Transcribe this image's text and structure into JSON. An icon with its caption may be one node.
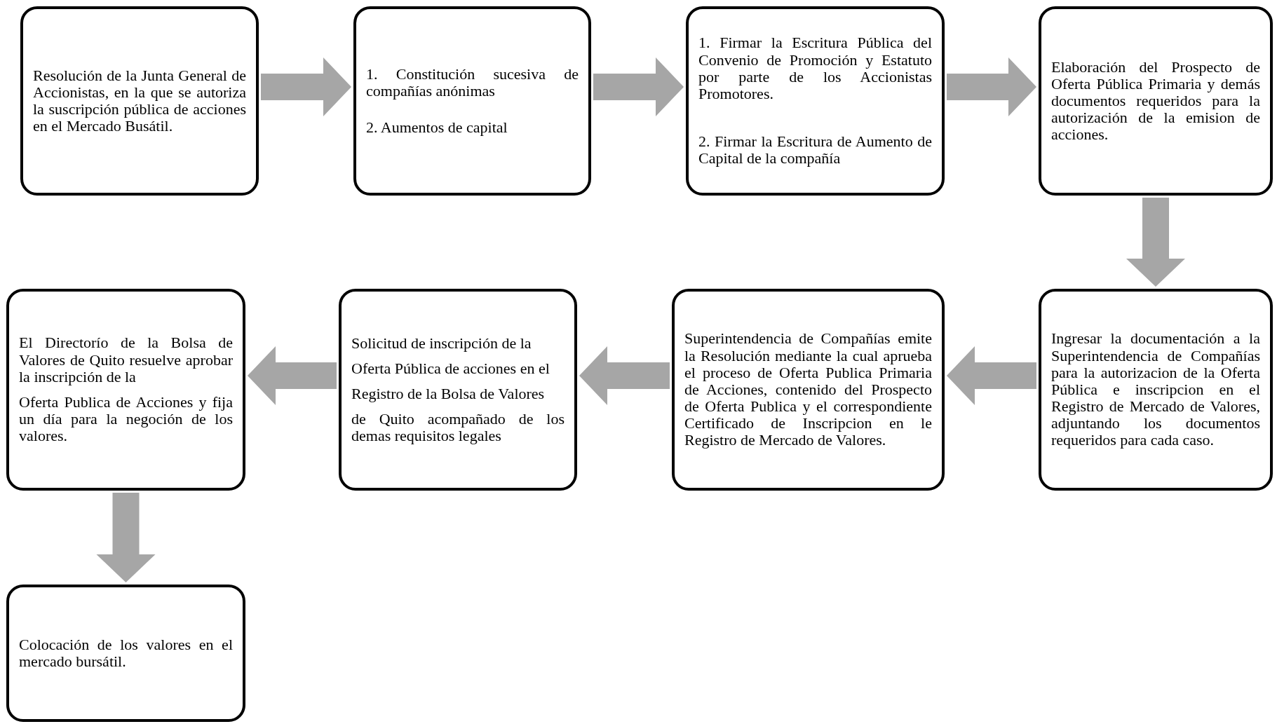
{
  "diagram": {
    "nodes": [
      {
        "text": [
          "Resolución de la Junta General de Accionistas, en la que se autoriza la suscripción pública de acciones en el Mercado Busátil."
        ]
      },
      {
        "text": [
          "1. Constitución sucesiva de compañías anónimas",
          "2. Aumentos de capital"
        ]
      },
      {
        "text": [
          "1. Firmar la Escritura Pública del Convenio de Promoción y Estatuto por parte de los Accionistas Promotores.",
          "2. Firmar la Escritura de Aumento de Capital de la compañía"
        ]
      },
      {
        "text": [
          "Elaboración del Prospecto de Oferta Pública Primaria y demás documentos requeridos para la autorización de la emision de acciones."
        ]
      },
      {
        "text": [
          "Ingresar la documentación a la Superintendencia de Compañías para la autorizacion de la Oferta Pública e inscripcion en el Registro de Mercado de Valores, adjuntando los documentos requeridos para cada caso."
        ]
      },
      {
        "text": [
          "Superintendencia de Compañías emite la Resolución mediante la cual aprueba el proceso de Oferta Publica Primaria de Acciones, contenido del Prospecto de Oferta Publica y el correspondiente Certificado de Inscripcion en le Registro de Mercado de Valores."
        ]
      },
      {
        "text": [
          "Solicitud de inscripción de la",
          "Oferta Pública de acciones en el",
          "Registro de la Bolsa de Valores",
          "de Quito acompañado de los demas requisitos legales"
        ]
      },
      {
        "text": [
          "El Directorío de la Bolsa de Valores de Quito resuelve aprobar la inscripción de la",
          "Oferta Publica de Acciones y fija un día para la negoción de los valores."
        ]
      },
      {
        "text": [
          "Colocación de los valores en el mercado bursátil."
        ]
      }
    ],
    "edges": [
      {
        "from": 0,
        "to": 1,
        "arrow": "to"
      },
      {
        "from": 1,
        "to": 2,
        "arrow": "to"
      },
      {
        "from": 2,
        "to": 3,
        "arrow": "to"
      },
      {
        "from": 3,
        "to": 4,
        "arrow": "to"
      },
      {
        "from": 4,
        "to": 5,
        "arrow": "to"
      },
      {
        "from": 5,
        "to": 6,
        "arrow": "to"
      },
      {
        "from": 6,
        "to": 7,
        "arrow": "to"
      },
      {
        "from": 7,
        "to": 8,
        "arrow": "to"
      }
    ]
  }
}
